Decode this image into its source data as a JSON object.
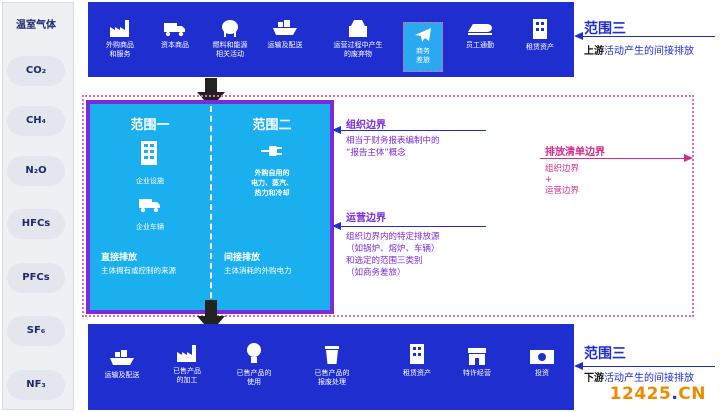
{
  "gases": {
    "title": "温室气体",
    "items": [
      "CO₂",
      "CH₄",
      "N₂O",
      "HFCs",
      "PFCs",
      "SF₆",
      "NF₃"
    ]
  },
  "top_bar": {
    "items": [
      {
        "label": "外购商品\n和服务",
        "icon": "factory-icon"
      },
      {
        "label": "资本商品",
        "icon": "truck-icon"
      },
      {
        "label": "燃料和能源\n相关活动",
        "icon": "fuel-tank-icon"
      },
      {
        "label": "运输及配送",
        "icon": "ship-icon"
      },
      {
        "label": "运营过程中产生\n的废弃物",
        "icon": "waste-icon"
      },
      {
        "label": "商务\n差旅",
        "icon": "airplane-icon"
      },
      {
        "label": "员工通勤",
        "icon": "train-icon"
      },
      {
        "label": "租赁资产",
        "icon": "building-icon"
      }
    ]
  },
  "bottom_bar": {
    "items": [
      {
        "label": "运输及配送",
        "icon": "ship-icon"
      },
      {
        "label": "已售产品\n的加工",
        "icon": "factory-icon"
      },
      {
        "label": "已售产品的\n使用",
        "icon": "lightbulb-icon"
      },
      {
        "label": "已售产品的\n报废处理",
        "icon": "recycle-bin-icon"
      },
      {
        "label": "租赁资产",
        "icon": "building-icon"
      },
      {
        "label": "特许经营",
        "icon": "storefront-icon"
      },
      {
        "label": "投资",
        "icon": "money-icon"
      }
    ]
  },
  "scope3_upstream": {
    "title": "范围三",
    "desc_prefix": "上游",
    "desc_rest": "活动产生的间接排放"
  },
  "scope3_downstream": {
    "title": "范围三",
    "desc_prefix": "下游",
    "desc_rest": "活动产生的间接排放"
  },
  "scope1": {
    "title": "范围一",
    "facility": "企业设施",
    "vehicle": "企业车辆",
    "head": "直接排放",
    "body": "主体拥有或控制的来源"
  },
  "scope2": {
    "title": "范围二",
    "sub": "外购自用的\n电力、蒸汽、\n热力和冷却",
    "head": "间接排放",
    "body": "主体消耗的外购电力"
  },
  "org_boundary": {
    "title": "组织边界",
    "desc": "相当于财务报表编制中的\n“报告主体”概念"
  },
  "op_boundary": {
    "title": "运营边界",
    "desc": "组织边界内的特定排放源\n（如锅炉、熔炉、车辆）\n和选定的范围三类别\n（如商务差旅）"
  },
  "inventory_boundary": {
    "title": "排放清单边界",
    "desc": "组织边界\n+\n运营边界"
  },
  "watermark": {
    "num": "12425",
    "dot": ".",
    "tld": "CN"
  },
  "colors": {
    "primary_blue": "#1f2fcf",
    "scope_blue": "#1ab0f0",
    "purple": "#7b2bd9",
    "magenta": "#d02c8b",
    "orange": "#f08a00"
  }
}
